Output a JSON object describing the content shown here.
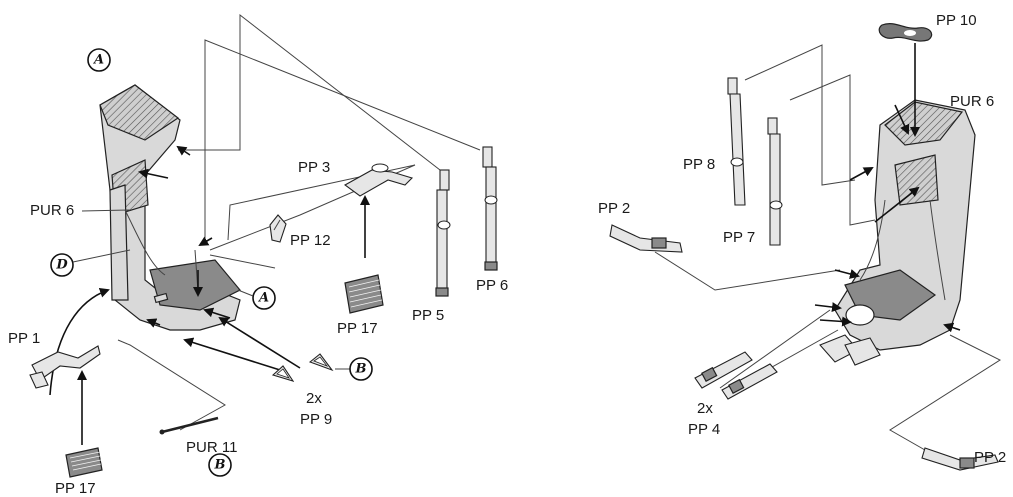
{
  "labels": {
    "pur6_left": "PUR 6",
    "pp1": "PP 1",
    "pp17_left": "PP 17",
    "pur11": "PUR 11",
    "pp9_qty": "2x",
    "pp9": "PP 9",
    "pp12": "PP 12",
    "pp3": "PP 3",
    "pp17_mid": "PP 17",
    "pp5": "PP 5",
    "pp6": "PP 6",
    "pp10": "PP 10",
    "pur6_right": "PUR 6",
    "pp8": "PP 8",
    "pp7": "PP 7",
    "pp2_top": "PP 2",
    "pp4_qty": "2x",
    "pp4": "PP 4",
    "pp2_bottom": "PP 2"
  },
  "markers": {
    "a_top": "A",
    "a_mid": "A",
    "b_right": "B",
    "b_bottom": "B",
    "d": "D"
  }
}
